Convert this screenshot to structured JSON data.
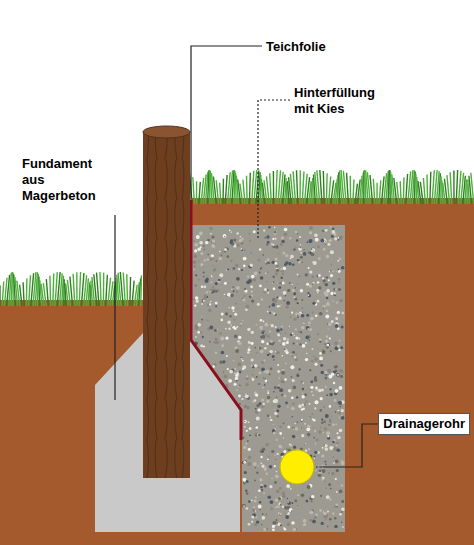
{
  "diagram": {
    "labels": [
      "Teichfolie",
      "Hinterfüllung mit Kies",
      "Fundament aus Magerbeton",
      "Drainagerohr"
    ]
  }
}
